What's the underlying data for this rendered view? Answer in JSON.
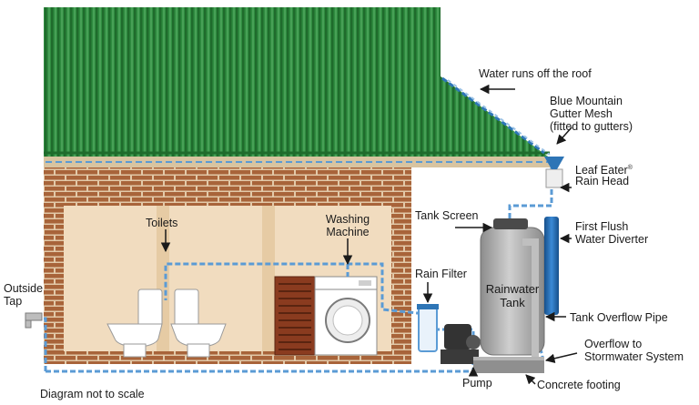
{
  "labels": {
    "roof_runoff": "Water runs off the roof",
    "gutter_mesh_1": "Blue Mountain",
    "gutter_mesh_2": "Gutter Mesh",
    "gutter_mesh_3": "(fitted to gutters)",
    "rain_head_1": "Leaf Eater",
    "rain_head_reg": "®",
    "rain_head_2": "Rain Head",
    "tank_screen": "Tank Screen",
    "first_flush_1": "First Flush",
    "first_flush_2": "Water Diverter",
    "toilets": "Toilets",
    "washing_1": "Washing",
    "washing_2": "Machine",
    "rain_filter": "Rain Filter",
    "tank_1": "Rainwater",
    "tank_2": "Tank",
    "outside_tap_1": "Outside",
    "outside_tap_2": "Tap",
    "overflow_pipe": "Tank Overflow Pipe",
    "overflow_storm_1": "Overflow to",
    "overflow_storm_2": "Stormwater System",
    "pump": "Pump",
    "footing": "Concrete footing",
    "not_to_scale": "Diagram not to scale"
  },
  "colors": {
    "roof": "#2d8a3e",
    "roof_dark": "#1f6b2c",
    "brick": "#a8643a",
    "wall_inner": "#f0dcc0",
    "pipe": "#5b9bd5",
    "tank": "#a9a9a9",
    "diverter": "#1f6fb8"
  }
}
